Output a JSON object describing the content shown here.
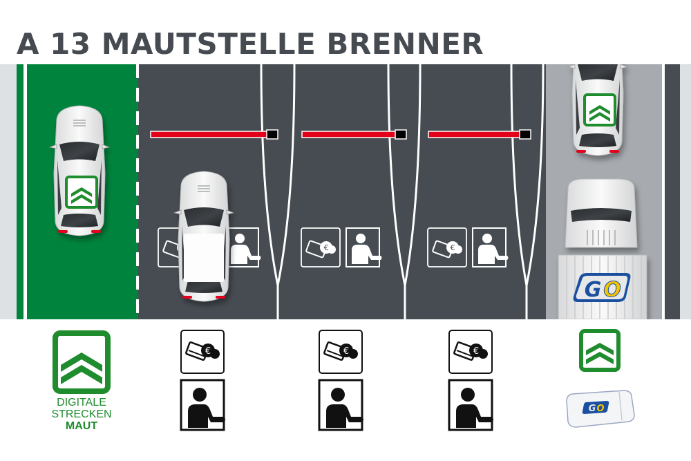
{
  "header": {
    "title": "A 13 MAUTSTELLE BRENNER"
  },
  "colors": {
    "title": "#454b50",
    "asphalt": "#464c52",
    "green_lane": "#00843d",
    "shoulder": "#dde1e4",
    "go_lane": "#a7abaf",
    "barrier": "#e2001a",
    "go_blue": "#1b4fa0",
    "go_yellow": "#f5c400"
  },
  "lanes": [
    {
      "id": "digital",
      "type": "Digitale Streckenmaut",
      "vehicle": "car",
      "badge": "digital-toll-sticker"
    },
    {
      "id": "manual-1",
      "type": "Card/Cash + Attendant",
      "vehicle": "car",
      "barrier": true,
      "icons": [
        "card-cash",
        "attendant"
      ]
    },
    {
      "id": "manual-2",
      "type": "Card/Cash + Attendant",
      "barrier": true,
      "icons": [
        "card-cash",
        "attendant"
      ]
    },
    {
      "id": "manual-3",
      "type": "Card/Cash + Attendant",
      "barrier": true,
      "icons": [
        "card-cash",
        "attendant"
      ]
    },
    {
      "id": "go",
      "type": "Digital / GO-Box",
      "vehicles": [
        "car",
        "truck"
      ],
      "truck_logo": "GO"
    }
  ],
  "legend": {
    "digital": {
      "line1": "DIGITALE",
      "line2": "STRECKEN",
      "line3": "MAUT"
    },
    "go_box_logo": "GO",
    "truck_logo": "GO",
    "euro_symbol": "€"
  }
}
